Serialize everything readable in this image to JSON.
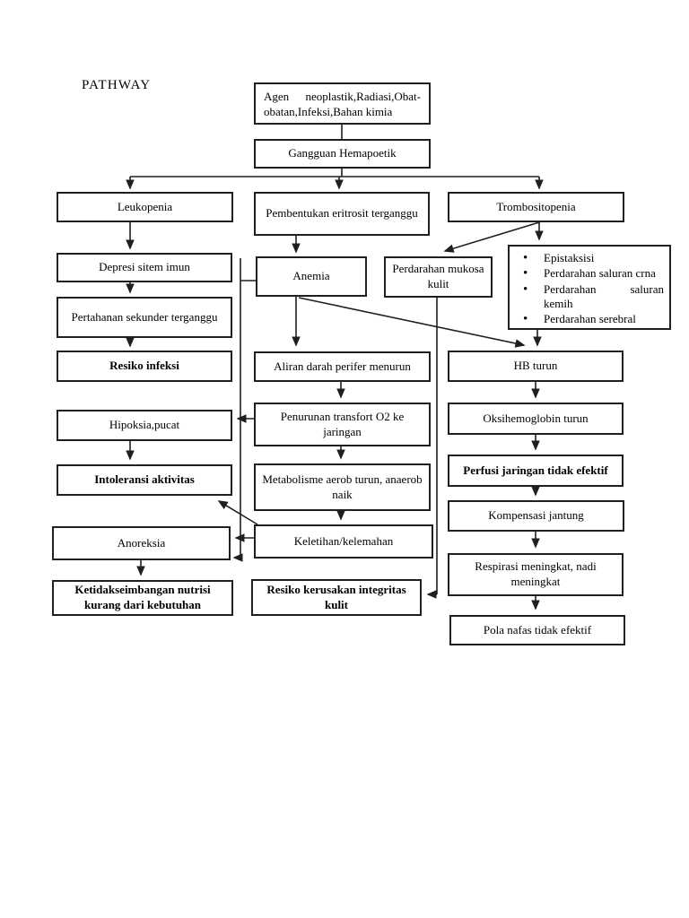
{
  "page": {
    "title": "PATHWAY",
    "background_color": "#ffffff",
    "line_color": "#1f1f1f",
    "text_color": "#000000"
  },
  "nodes": {
    "agen": "Agen neoplastik,Radiasi,Obat-obatan,Infeksi,Bahan kimia",
    "gangguan": "Gangguan Hemapoetik",
    "leukopenia": "Leukopenia",
    "pembentukan": "Pembentukan eritrosit terganggu",
    "trombositopenia": "Trombositopenia",
    "depresi": "Depresi sitem imun",
    "pertahanan": "Pertahanan sekunder terganggu",
    "resiko_infeksi": "Resiko infeksi",
    "anemia": "Anemia",
    "perdarahan_mukosa": "Perdarahan mukosa kulit",
    "aliran": "Aliran darah perifer menurun",
    "hipoksia": "Hipoksia,pucat",
    "penurunan": "Penurunan transfort O2 ke jaringan",
    "intoleransi": "Intoleransi aktivitas",
    "metabolisme": "Metabolisme aerob turun, anaerob naik",
    "anoreksia": "Anoreksia",
    "keletihan": "Keletihan/kelemahan",
    "ketidakseimbangan": "Ketidakseimbangan nutrisi kurang dari kebutuhan",
    "resiko_kerusakan": "Resiko kerusakan integritas kulit",
    "hb_turun": "HB turun",
    "oksihemoglobin": "Oksihemoglobin turun",
    "perfusi": "Perfusi jaringan tidak efektif",
    "kompensasi": "Kompensasi jantung",
    "respirasi": "Respirasi meningkat, nadi meningkat",
    "pola_nafas": "Pola nafas tidak efektif"
  },
  "bleeding_list": {
    "items": [
      "Epistaksisi",
      "Perdarahan saluran crna",
      "Perdarahan saluran kemih",
      "Perdarahan serebral"
    ]
  },
  "edges": [
    {
      "from": "agen",
      "to": "gangguan"
    },
    {
      "from": "gangguan",
      "to": "leukopenia"
    },
    {
      "from": "gangguan",
      "to": "pembentukan"
    },
    {
      "from": "gangguan",
      "to": "trombositopenia"
    },
    {
      "from": "leukopenia",
      "to": "depresi"
    },
    {
      "from": "depresi",
      "to": "pertahanan"
    },
    {
      "from": "pertahanan",
      "to": "resiko_infeksi"
    },
    {
      "from": "pembentukan",
      "to": "anemia"
    },
    {
      "from": "trombositopenia",
      "to": "perdarahan_mukosa"
    },
    {
      "from": "trombositopenia",
      "to": "bleeding_list"
    },
    {
      "from": "bleeding_list",
      "to": "hb_turun"
    },
    {
      "from": "anemia",
      "to": "aliran"
    },
    {
      "from": "anemia",
      "to": "hb_turun"
    },
    {
      "from": "anemia",
      "to": "anoreksia"
    },
    {
      "from": "aliran",
      "to": "penurunan"
    },
    {
      "from": "penurunan",
      "to": "hipoksia"
    },
    {
      "from": "penurunan",
      "to": "metabolisme"
    },
    {
      "from": "hipoksia",
      "to": "intoleransi"
    },
    {
      "from": "metabolisme",
      "to": "keletihan"
    },
    {
      "from": "keletihan",
      "to": "intoleransi"
    },
    {
      "from": "keletihan",
      "to": "anoreksia"
    },
    {
      "from": "anoreksia",
      "to": "ketidakseimbangan"
    },
    {
      "from": "perdarahan_mukosa",
      "to": "resiko_kerusakan"
    },
    {
      "from": "hb_turun",
      "to": "oksihemoglobin"
    },
    {
      "from": "oksihemoglobin",
      "to": "perfusi"
    },
    {
      "from": "perfusi",
      "to": "kompensasi"
    },
    {
      "from": "kompensasi",
      "to": "respirasi"
    },
    {
      "from": "respirasi",
      "to": "pola_nafas"
    }
  ]
}
